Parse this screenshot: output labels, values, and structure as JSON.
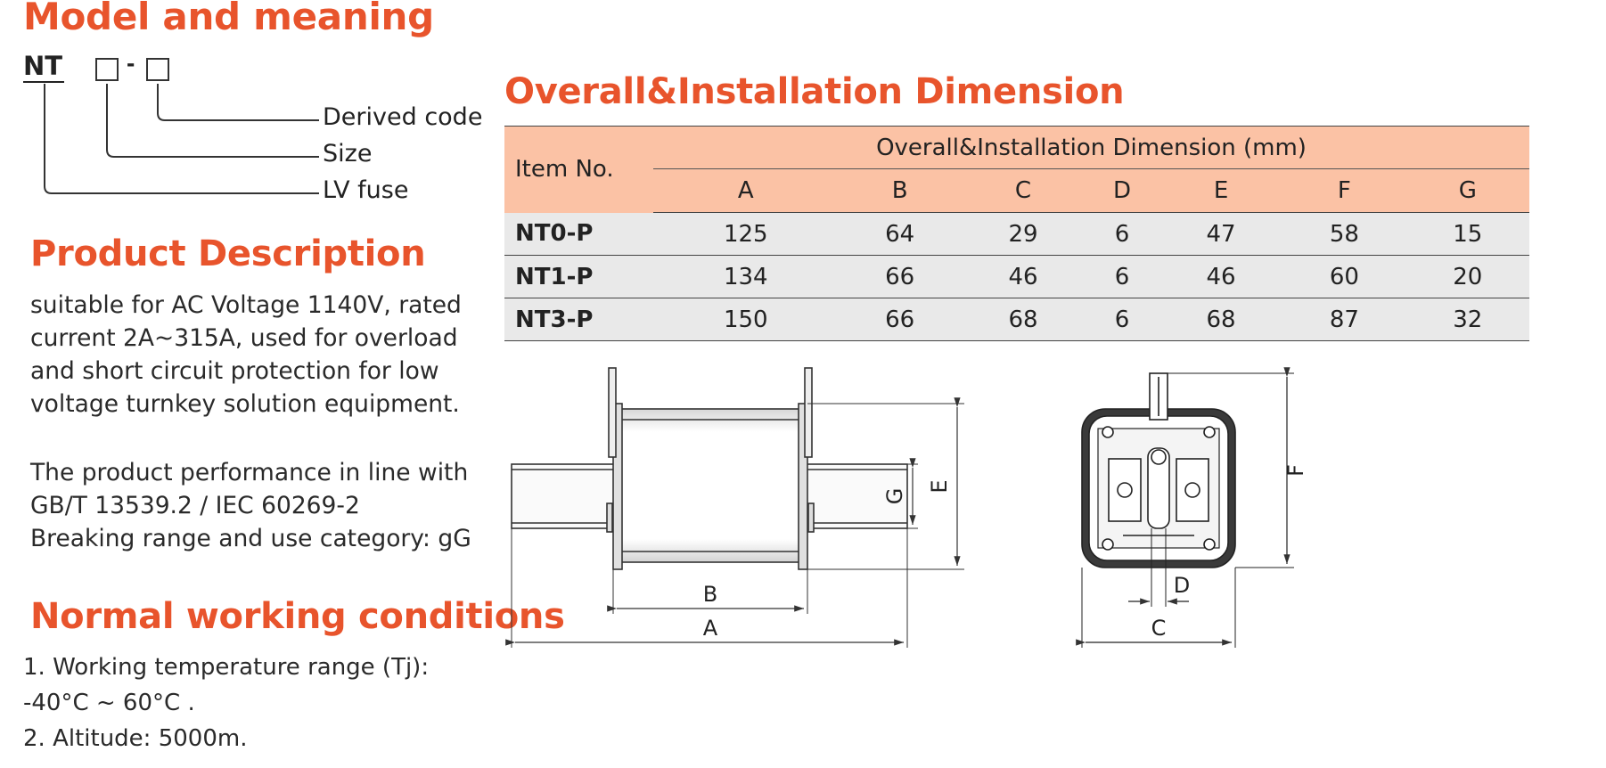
{
  "model": {
    "heading": "Model and meaning",
    "code": "NT",
    "separator": "-",
    "labels": [
      "Derived code",
      "Size",
      "LV fuse"
    ]
  },
  "description": {
    "heading": "Product Description",
    "lines": [
      "suitable for AC Voltage 1140V, rated",
      "current 2A~315A, used for overload",
      "and short circuit protection for low",
      "voltage turnkey solution equipment."
    ],
    "lines2": [
      "The product performance  in line with",
      "GB/T 13539.2 / IEC 60269-2",
      "Breaking range and use category: gG"
    ]
  },
  "conditions": {
    "heading": "Normal working conditions",
    "lines": [
      "1. Working temperature range (Tj):",
      "-40°C ~ 60°C .",
      "2. Altitude: 5000m."
    ]
  },
  "dimension": {
    "heading": "Overall&Installation Dimension",
    "item_header": "Item No.",
    "group_header": "Overall&Installation Dimension (mm)",
    "columns": [
      "A",
      "B",
      "C",
      "D",
      "E",
      "F",
      "G"
    ],
    "rows": [
      {
        "item": "NT0-P",
        "values": [
          "125",
          "64",
          "29",
          "6",
          "47",
          "58",
          "15"
        ]
      },
      {
        "item": "NT1-P",
        "values": [
          "134",
          "66",
          "46",
          "6",
          "46",
          "60",
          "20"
        ]
      },
      {
        "item": "NT3-P",
        "values": [
          "150",
          "66",
          "68",
          "6",
          "68",
          "87",
          "32"
        ]
      }
    ]
  },
  "drawing": {
    "side_labels": [
      "B",
      "A",
      "G",
      "E"
    ],
    "front_labels": [
      "D",
      "C",
      "F"
    ]
  },
  "colors": {
    "accent": "#e8542c",
    "table_header_bg": "#fbc2a5",
    "table_row_bg": "#e9e9e9"
  }
}
